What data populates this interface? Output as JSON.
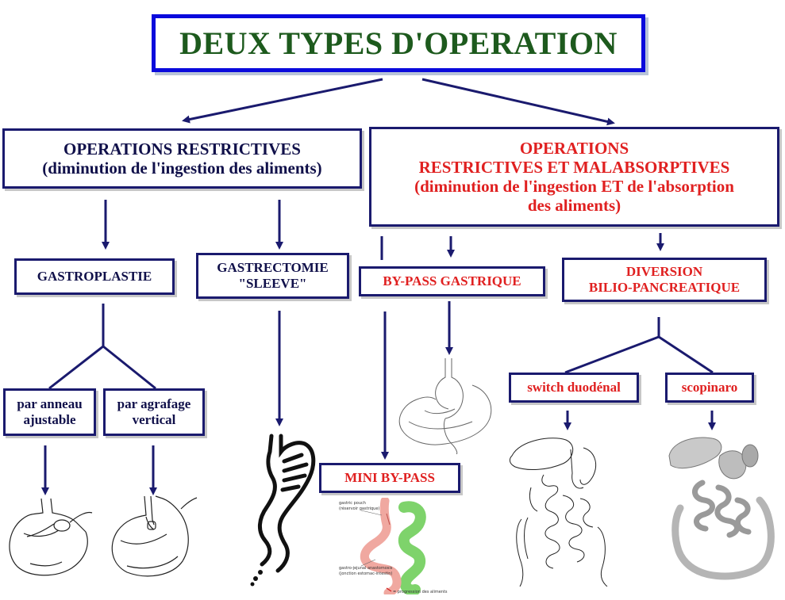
{
  "title": "DEUX TYPES D'OPERATION",
  "restrictive": {
    "line1": "OPERATIONS RESTRICTIVES",
    "line2": "(diminution de l'ingestion des aliments)"
  },
  "mixed": {
    "line1": "OPERATIONS",
    "line2": "RESTRICTIVES ET MALABSORPTIVES",
    "line3": "(diminution de l'ingestion ET de l'absorption",
    "line4": "des aliments)"
  },
  "gastroplastie": "GASTROPLASTIE",
  "sleeve": {
    "line1": "GASTRECTOMIE",
    "line2": "\"SLEEVE\""
  },
  "bypass": "BY-PASS GASTRIQUE",
  "diversion": {
    "line1": "DIVERSION",
    "line2": "BILIO-PANCREATIQUE"
  },
  "anneau": {
    "line1": "par anneau",
    "line2": "ajustable"
  },
  "agrafage": {
    "line1": "par agrafage",
    "line2": "vertical"
  },
  "mini_bypass": "MINI BY-PASS",
  "switch": "switch duodénal",
  "scopinaro": "scopinaro",
  "mini_figure_labels": {
    "pouch": "gastric pouch",
    "pouch_fr": "(réservoir gastrique)",
    "anastomosis": "gastro-jejunal anastomosis",
    "anastomosis_fr": "(jonction estomac-intestin)",
    "flow": "= progression des aliments"
  },
  "colors": {
    "box_border": "#1a1a6e",
    "title_border": "#0a0adc",
    "title_text": "#1d5a1d",
    "red_text": "#e02020",
    "arrow": "#1a1a6e"
  }
}
